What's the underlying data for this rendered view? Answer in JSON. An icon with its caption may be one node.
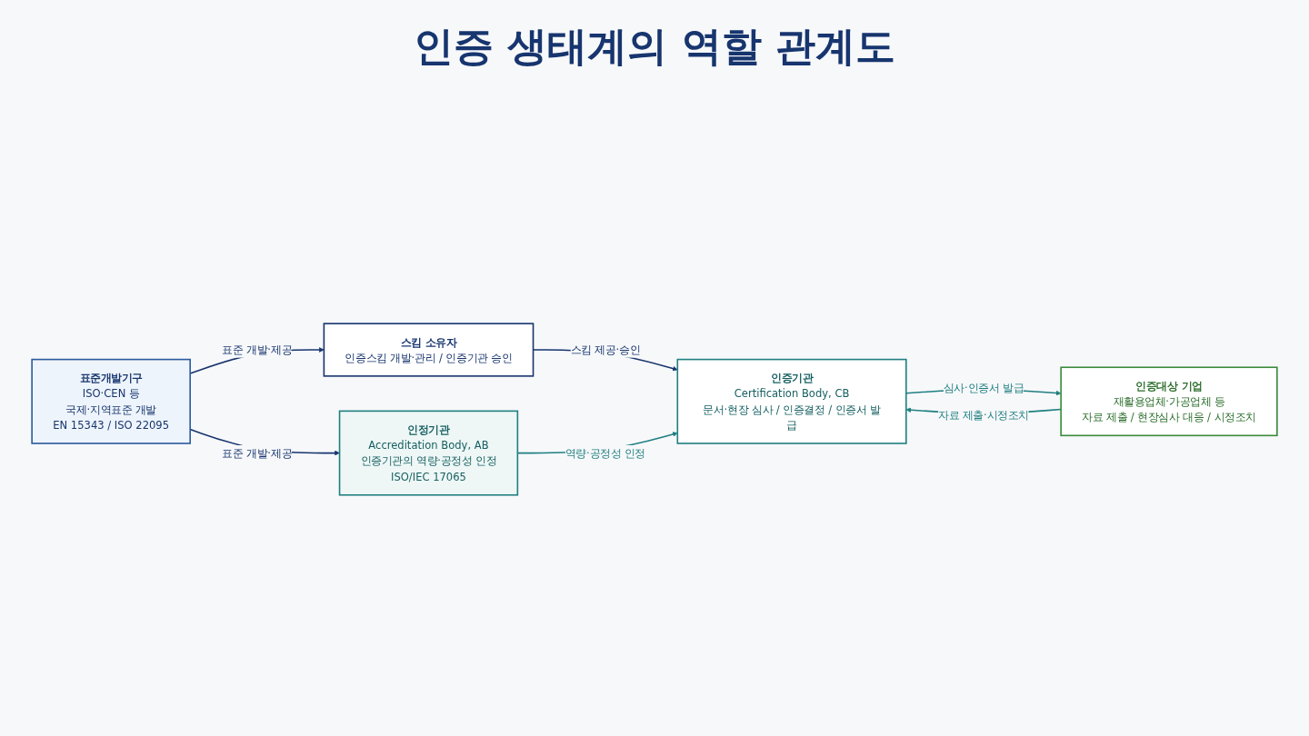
{
  "diagram": {
    "title": "인증 생태계의 역할 관계도",
    "nodes": [
      {
        "text": [
          "스킴 소유자",
          "인증스킴 개발·관리 / 인증기관 승인"
        ]
      },
      {
        "text": [
          "인증기관",
          "Certification Body, CB",
          "문서·현장 심사 / 인증결정 / 인증서 발급"
        ]
      },
      {
        "text": [
          "인증대상 기업",
          "재활용업체·가공업체 등",
          "자료 제출 / 현장심사 대응 / 시정조치"
        ]
      },
      {
        "text": [
          "표준개발기구",
          "ISO·CEN 등",
          "국제·지역표준 개발",
          "EN 15343 / ISO 22095"
        ]
      },
      {
        "text": [
          "인정기관",
          "Accreditation Body, AB",
          "인증기관의 역량·공정성 인정",
          "ISO/IEC 17065"
        ]
      }
    ],
    "edges": [
      {
        "from": 0,
        "to": 1,
        "arrow": "to",
        "label": "스킴 제공·승인"
      },
      {
        "from": 1,
        "to": 2,
        "arrow": "to",
        "label": "심사·인증서 발급",
        "color": "#1f7f80"
      },
      {
        "from": 2,
        "to": 1,
        "arrow": "to",
        "label": "자료 제출·시정조치",
        "color": "#1f7f80"
      },
      {
        "from": 3,
        "to": 0,
        "arrow": "to",
        "label": "표준 개발·제공"
      },
      {
        "from": 3,
        "to": 4,
        "arrow": "to",
        "label": "표준 개발·제공"
      },
      {
        "from": 4,
        "to": 1,
        "arrow": "to",
        "label": "역량·공정성 인정",
        "color": "#1f7f80"
      }
    ]
  }
}
